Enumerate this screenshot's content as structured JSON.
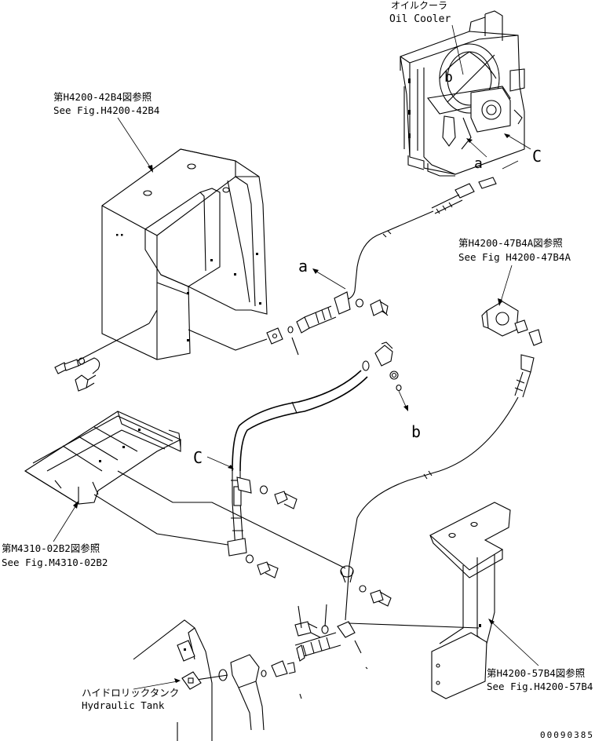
{
  "labels": {
    "oil_cooler_jp": "オイルクーラ",
    "oil_cooler_en": "Oil Cooler",
    "ref_42b4_jp": "第H4200-42B4図参照",
    "ref_42b4_en": "See Fig.H4200-42B4",
    "ref_47b4a_jp": "第H4200-47B4A図参照",
    "ref_47b4a_en": "See Fig H4200-47B4A",
    "ref_02b2_jp": "第M4310-02B2図参照",
    "ref_02b2_en": "See Fig.M4310-02B2",
    "ref_57b4_jp": "第H4200-57B4図参照",
    "ref_57b4_en": "See Fig.H4200-57B4",
    "hyd_tank_jp": "ハイドロリックタンク",
    "hyd_tank_en": "Hydraulic Tank",
    "drawing_number": "00090385"
  },
  "callouts": {
    "a_top": "a",
    "c_top": "C",
    "b_top": "b",
    "a_mid": "a",
    "b_mid": "b",
    "c_mid": "C"
  }
}
